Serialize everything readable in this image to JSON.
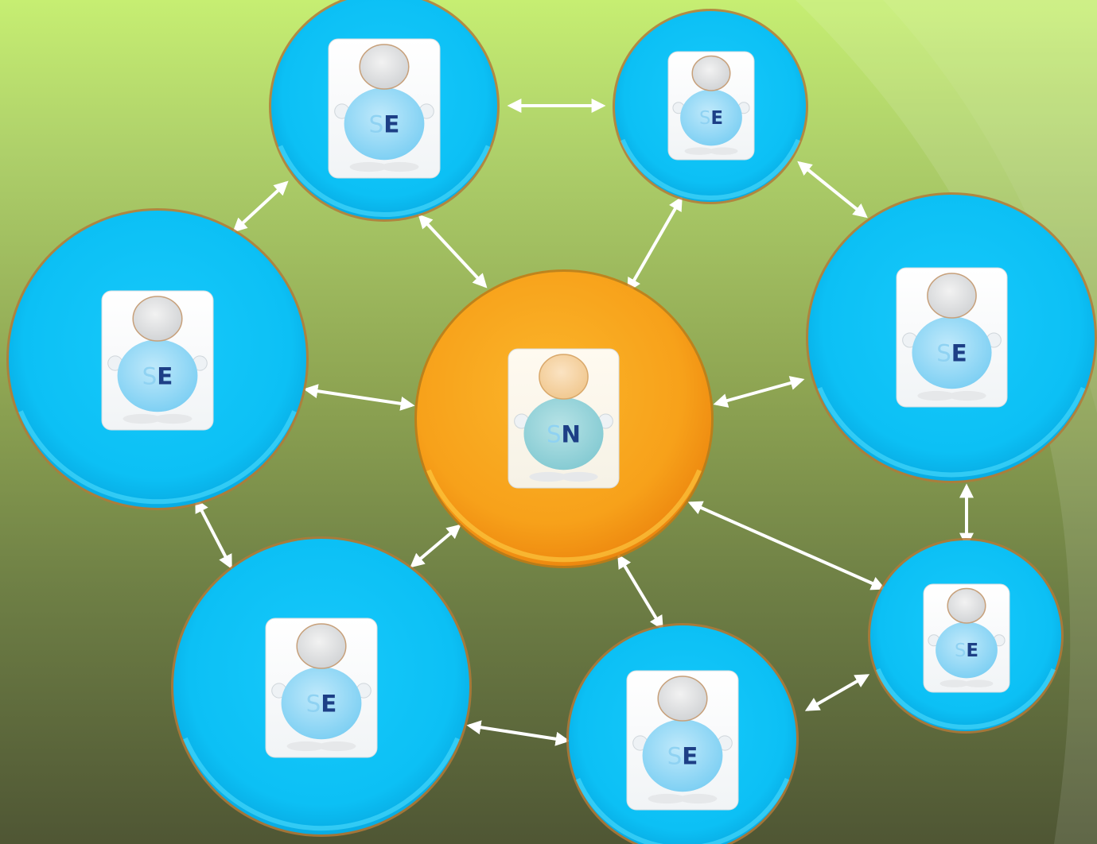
{
  "center_node": {
    "label_first": "S",
    "label_second": "N",
    "color": "#f6a316"
  },
  "outer_nodes": [
    {
      "id": "top-left",
      "label_first": "S",
      "label_second": "E"
    },
    {
      "id": "top-right",
      "label_first": "S",
      "label_second": "E"
    },
    {
      "id": "left",
      "label_first": "S",
      "label_second": "E"
    },
    {
      "id": "right",
      "label_first": "S",
      "label_second": "E"
    },
    {
      "id": "bottom-left",
      "label_first": "S",
      "label_second": "E"
    },
    {
      "id": "bottom-middle",
      "label_first": "S",
      "label_second": "E"
    },
    {
      "id": "bottom-right",
      "label_first": "S",
      "label_second": "E"
    }
  ],
  "outer_node_color": "#0fc3f8",
  "connections": [
    [
      "top-left",
      "top-right"
    ],
    [
      "top-left",
      "left"
    ],
    [
      "top-left",
      "center"
    ],
    [
      "top-right",
      "center"
    ],
    [
      "top-right",
      "right"
    ],
    [
      "left",
      "center"
    ],
    [
      "right",
      "center"
    ],
    [
      "left",
      "bottom-left"
    ],
    [
      "bottom-left",
      "center"
    ],
    [
      "bottom-left",
      "bottom-middle"
    ],
    [
      "bottom-middle",
      "center"
    ],
    [
      "bottom-middle",
      "bottom-right"
    ],
    [
      "right",
      "bottom-right"
    ],
    [
      "bottom-right",
      "center"
    ]
  ],
  "icon": "person-badge-icon"
}
